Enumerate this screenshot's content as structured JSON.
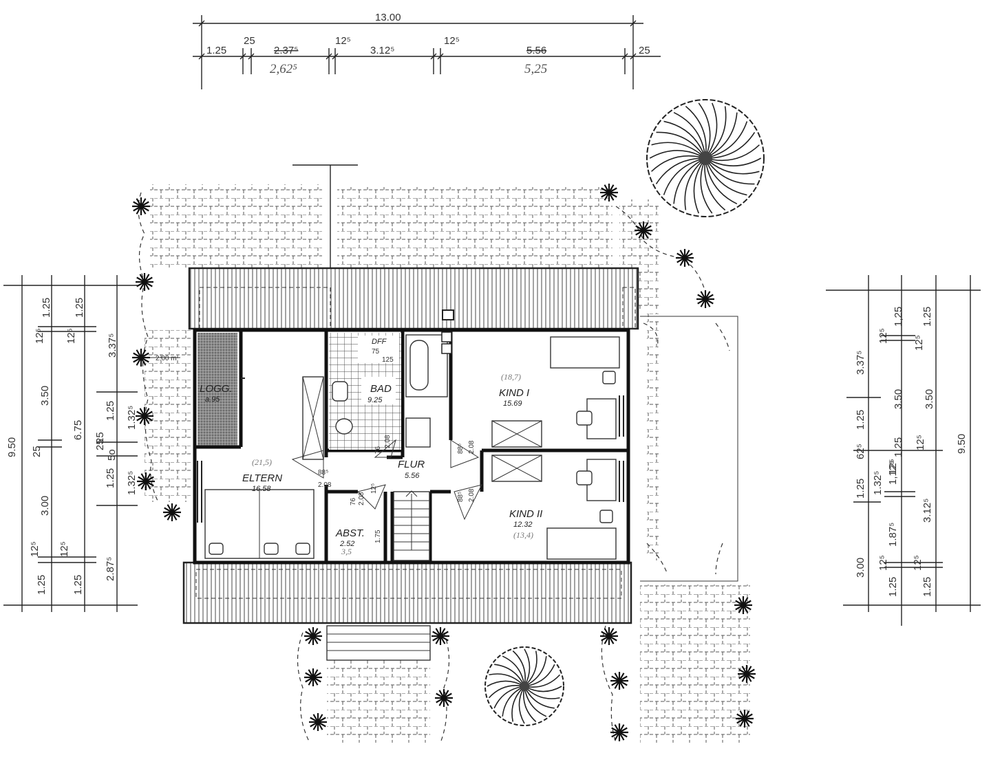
{
  "top_dimensions": {
    "overall": "13.00",
    "segments": [
      "1.25",
      "25",
      "2.37⁵",
      "2,62⁵",
      "12⁵",
      "3.12⁵",
      "12⁵",
      "5.56",
      "5,25",
      "25"
    ]
  },
  "left_dimensions": {
    "overall": "9.50",
    "col1": [
      "1.25",
      "12⁵",
      "3.50",
      "25",
      "3.00",
      "12⁵",
      "1.25"
    ],
    "col2": [
      "12⁵",
      "6.75",
      "5o",
      "12⁵",
      "1.25"
    ],
    "col3": [
      "1.25",
      "3.37⁵",
      "1.32⁵",
      "25",
      "1.32⁵",
      "2.87⁵"
    ],
    "col4": [
      "1.25",
      "25",
      "1.25"
    ],
    "loggia_width": "2.00 m"
  },
  "right_dimensions": {
    "overall": "9.50",
    "col1": [
      "3.37⁵",
      "1.25",
      "62⁵",
      "1.25",
      "3.00"
    ],
    "col2": [
      "12⁵",
      "1.32⁵",
      "1.87⁵",
      "12⁵",
      "1.25"
    ],
    "col3": [
      "1,25",
      "12⁵",
      "3.50",
      "1,12⁵",
      "3.12⁵",
      "12⁵",
      "1.25"
    ],
    "col4": [
      "1.25",
      "12⁵",
      "1.25",
      "3.50",
      "12⁵"
    ]
  },
  "rooms": {
    "loggia": {
      "name": "LOGG.",
      "area": "a.95"
    },
    "eltern": {
      "name": "ELTERN",
      "area": "16.58",
      "pencil": "(21,5)"
    },
    "bad": {
      "name": "BAD",
      "area": "9.25",
      "window": "DFF",
      "window_size": "75",
      "window_size2": "125"
    },
    "flur": {
      "name": "FLUR",
      "area": "5.56"
    },
    "abst": {
      "name": "ABST.",
      "area": "2.52",
      "pencil": "3,5",
      "side": "1.75"
    },
    "kind1": {
      "name": "KIND I",
      "area": "15.69",
      "pencil": "(18,7)"
    },
    "kind2": {
      "name": "KIND II",
      "area": "12.32",
      "pencil": "(13,4)"
    }
  },
  "doors": {
    "bad": {
      "w": "76",
      "h": "2.08"
    },
    "kind1": {
      "w": "88⁵",
      "h": "2.08"
    },
    "eltern": {
      "w": "88⁵",
      "h": "2.08"
    },
    "abst": {
      "w": "76",
      "h": "2.08"
    },
    "abst_side": "12⁵",
    "kind2": {
      "w": "88⁵",
      "h": "2.08"
    }
  }
}
